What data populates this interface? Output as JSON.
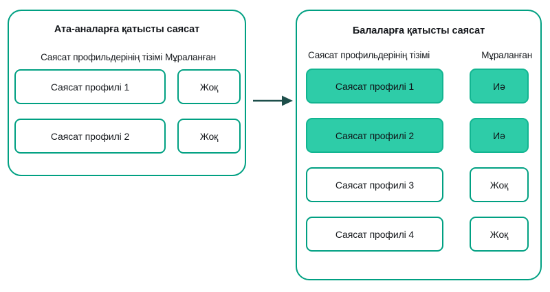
{
  "colors": {
    "panel_border": "#00A082",
    "chip_border": "#00A082",
    "chip_filled_bg": "#2ECCA8",
    "chip_filled_border": "#12B591",
    "arrow": "#1E4F4B",
    "text": "#16191d",
    "background": "#ffffff"
  },
  "panels": {
    "parents": {
      "title": "Ата-аналарға қатысты саясат",
      "column_headers": {
        "profiles": "Саясат профильдерінің тізімі",
        "inherited": "Мұраланған"
      },
      "rows": [
        {
          "profile": "Саясат профилі 1",
          "inherited": "Жоқ",
          "filled": false
        },
        {
          "profile": "Саясат профилі 2",
          "inherited": "Жоқ",
          "filled": false
        }
      ]
    },
    "children": {
      "title": "Балаларға қатысты саясат",
      "column_headers": {
        "profiles": "Саясат профильдерінің тізімі",
        "inherited": "Мұраланған"
      },
      "rows": [
        {
          "profile": "Саясат профилі 1",
          "inherited": "Иә",
          "filled": true
        },
        {
          "profile": "Саясат профилі 2",
          "inherited": "Иә",
          "filled": true
        },
        {
          "profile": "Саясат профилі 3",
          "inherited": "Жоқ",
          "filled": false
        },
        {
          "profile": "Саясат профилі 4",
          "inherited": "Жоқ",
          "filled": false
        }
      ]
    }
  },
  "connector": {
    "name": "inheritance-arrow",
    "direction": "left-to-right"
  }
}
